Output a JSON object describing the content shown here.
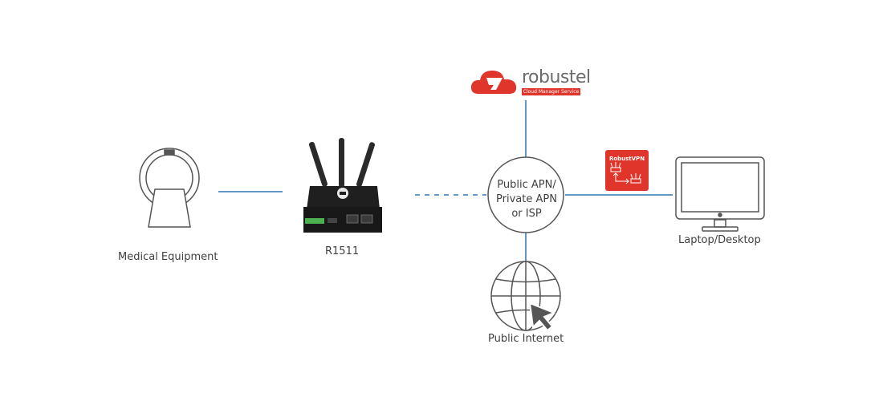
{
  "nodes": {
    "medical": {
      "label": "Medical Equipment"
    },
    "router": {
      "label": "R1511"
    },
    "hub": {
      "line1": "Public APN/",
      "line2": "Private APN",
      "line3": "or ISP"
    },
    "cloud": {
      "brand": "robustel",
      "subtitle": "Cloud Manager Service"
    },
    "internet": {
      "label": "Public Internet"
    },
    "vpn": {
      "label": "RobustVPN"
    },
    "laptop": {
      "label": "Laptop/Desktop"
    }
  },
  "colors": {
    "link": "#2e75b6",
    "outline": "#555555",
    "brand_red": "#e0352b",
    "router_body": "#1f1f1f",
    "router_port_green": "#4caf50"
  },
  "icons": {
    "medical": "ct-scanner-icon",
    "router": "router-icon",
    "cloud": "robustel-cloud-logo-icon",
    "internet": "globe-cursor-icon",
    "vpn": "robustvpn-icon",
    "laptop": "monitor-icon"
  }
}
